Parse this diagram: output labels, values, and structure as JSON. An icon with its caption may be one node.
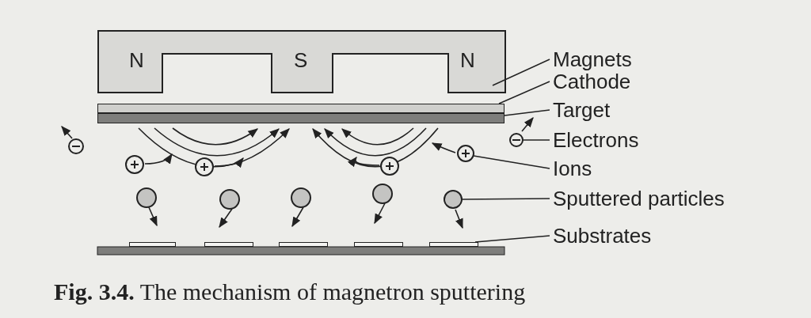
{
  "diagram": {
    "caption": "**Fig. 3.4.** The mechanism of magnetron sputtering",
    "nodes": [
      {
        "text": [
          "Magnets"
        ]
      },
      {
        "text": [
          "N",
          "S",
          "N"
        ]
      },
      {
        "text": [
          "Cathode"
        ]
      },
      {
        "text": [],
        "shape": "bar"
      },
      {
        "text": [
          "Target"
        ]
      },
      {
        "text": [],
        "shape": "bar"
      },
      {
        "text": [
          "Electrons"
        ]
      },
      {
        "text": [],
        "shape": "circle"
      },
      {
        "text": [
          "Ions"
        ]
      },
      {
        "text": [],
        "shape": "circle"
      },
      {
        "text": [
          "Sputtered particles"
        ]
      },
      {
        "text": [],
        "shape": "circle"
      },
      {
        "text": [
          "Substrates"
        ]
      },
      {
        "text": [],
        "shape": "bar"
      }
    ],
    "edges": [
      {
        "from": 0,
        "to": 1,
        "arrow": "none"
      },
      {
        "from": 2,
        "to": 3,
        "arrow": "none"
      },
      {
        "from": 4,
        "to": 5,
        "arrow": "none"
      },
      {
        "from": 6,
        "to": 7,
        "arrow": "none"
      },
      {
        "from": 8,
        "to": 9,
        "arrow": "none"
      },
      {
        "from": 10,
        "to": 11,
        "arrow": "none"
      },
      {
        "from": 12,
        "to": 13,
        "arrow": "none"
      }
    ]
  }
}
